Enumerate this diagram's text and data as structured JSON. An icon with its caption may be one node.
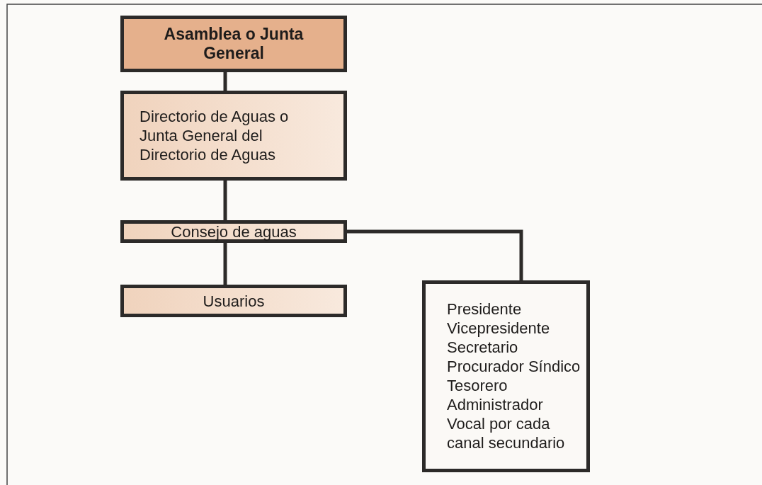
{
  "diagram": {
    "nodes": [
      {
        "text": [
          "Asamblea o Junta General"
        ]
      },
      {
        "text": [
          "Directorio de Aguas o Junta General del Directorio de Aguas"
        ]
      },
      {
        "text": [
          "Consejo de aguas"
        ]
      },
      {
        "text": [
          "Usuarios"
        ]
      },
      {
        "text": [
          "Presidente",
          "Vicepresidente",
          "Secretario",
          "Procurador Síndico",
          "Tesorero",
          "Administrador",
          "Vocal por cada canal secundario"
        ]
      }
    ],
    "edges": [
      {
        "from": 0,
        "to": 1,
        "arrow": "none"
      },
      {
        "from": 1,
        "to": 2,
        "arrow": "none"
      },
      {
        "from": 2,
        "to": 3,
        "arrow": "none"
      },
      {
        "from": 2,
        "to": 4,
        "arrow": "none"
      }
    ]
  }
}
